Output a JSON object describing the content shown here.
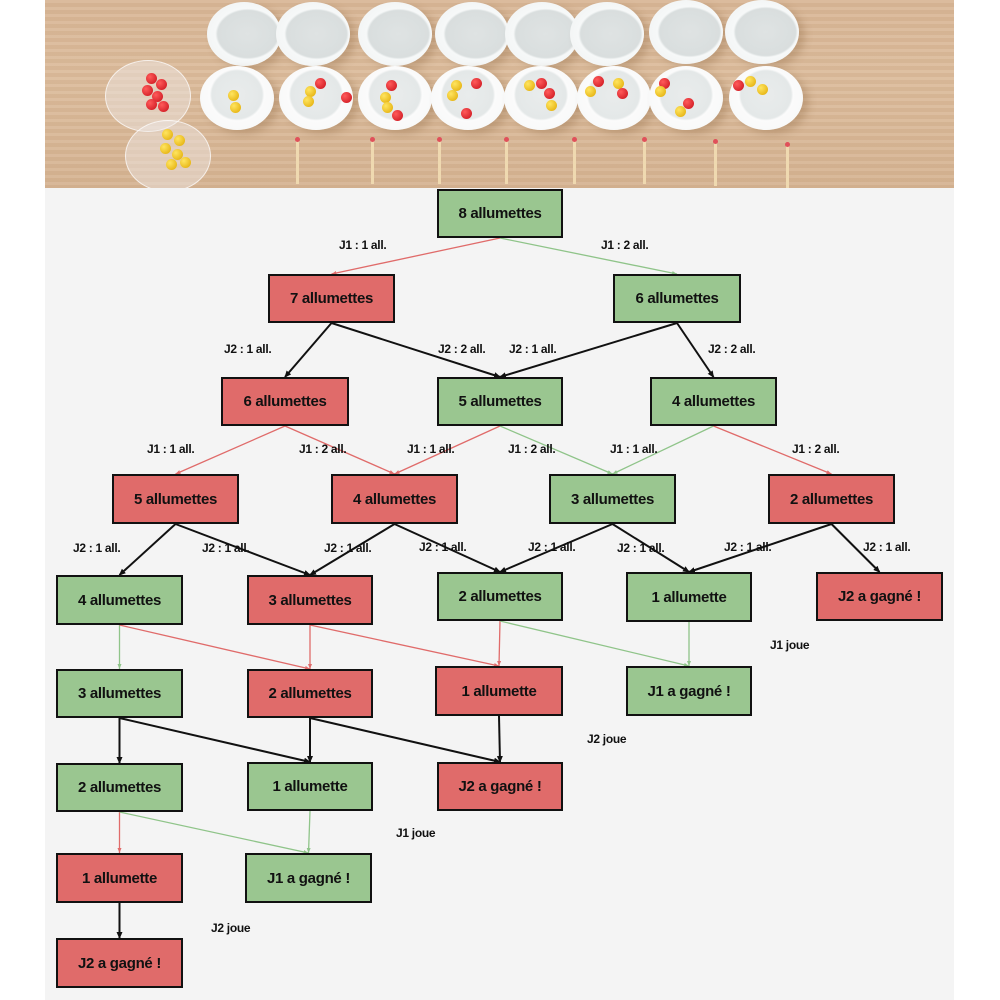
{
  "photo": {
    "description": "Photo of paper cups with red and yellow beads and matches on a table",
    "top_cups": 8,
    "bottom_cups": 8,
    "matches": 8
  },
  "colors": {
    "winning": "#9ac690",
    "losing": "#e06b6a",
    "edge_green": "#8fc489",
    "edge_red": "#e06b6a",
    "edge_black": "#111111"
  },
  "nodes": [
    {
      "id": "n8",
      "label": "8 allumettes",
      "state": "g"
    },
    {
      "id": "n7a",
      "label": "7 allumettes",
      "state": "r"
    },
    {
      "id": "n6a",
      "label": "6 allumettes",
      "state": "g"
    },
    {
      "id": "n6b",
      "label": "6 allumettes",
      "state": "r"
    },
    {
      "id": "n5a",
      "label": "5 allumettes",
      "state": "g"
    },
    {
      "id": "n4a",
      "label": "4 allumettes",
      "state": "g"
    },
    {
      "id": "n5b",
      "label": "5 allumettes",
      "state": "r"
    },
    {
      "id": "n4b",
      "label": "4 allumettes",
      "state": "r"
    },
    {
      "id": "n3a",
      "label": "3 allumettes",
      "state": "g"
    },
    {
      "id": "n2a",
      "label": "2 allumettes",
      "state": "r"
    },
    {
      "id": "n4c",
      "label": "4 allumettes",
      "state": "g"
    },
    {
      "id": "n3b",
      "label": "3 allumettes",
      "state": "r"
    },
    {
      "id": "n2b",
      "label": "2 allumettes",
      "state": "g"
    },
    {
      "id": "n1a",
      "label": "1 allumette",
      "state": "g"
    },
    {
      "id": "w2a",
      "label": "J2 a gagné !",
      "state": "r"
    },
    {
      "id": "n3c",
      "label": "3 allumettes",
      "state": "g"
    },
    {
      "id": "n2c",
      "label": "2 allumettes",
      "state": "r"
    },
    {
      "id": "n1b",
      "label": "1 allumette",
      "state": "r"
    },
    {
      "id": "w1a",
      "label": "J1 a gagné !",
      "state": "g"
    },
    {
      "id": "n2d",
      "label": "2 allumettes",
      "state": "g"
    },
    {
      "id": "n1c",
      "label": "1 allumette",
      "state": "g"
    },
    {
      "id": "w2b",
      "label": "J2 a gagné !",
      "state": "r"
    },
    {
      "id": "n1d",
      "label": "1 allumette",
      "state": "r"
    },
    {
      "id": "w1b",
      "label": "J1 a gagné !",
      "state": "g"
    },
    {
      "id": "w2c",
      "label": "J2 a gagné !",
      "state": "r"
    }
  ],
  "edges": [
    {
      "from": "n8",
      "to": "n7a",
      "color": "red",
      "label": "J1 : 1 all."
    },
    {
      "from": "n8",
      "to": "n6a",
      "color": "green",
      "label": "J1 : 2 all."
    },
    {
      "from": "n7a",
      "to": "n6b",
      "color": "black",
      "label": "J2 : 1 all."
    },
    {
      "from": "n7a",
      "to": "n5a",
      "color": "black",
      "label": "J2 : 2 all."
    },
    {
      "from": "n6a",
      "to": "n5a",
      "color": "black",
      "label": "J2 : 1 all."
    },
    {
      "from": "n6a",
      "to": "n4a",
      "color": "black",
      "label": "J2 : 2 all."
    },
    {
      "from": "n6b",
      "to": "n5b",
      "color": "red",
      "label": "J1 : 1 all."
    },
    {
      "from": "n6b",
      "to": "n4b",
      "color": "red",
      "label": "J1 : 2 all."
    },
    {
      "from": "n5a",
      "to": "n4b",
      "color": "red",
      "label": "J1 : 1 all."
    },
    {
      "from": "n5a",
      "to": "n3a",
      "color": "green",
      "label": "J1 : 2 all."
    },
    {
      "from": "n4a",
      "to": "n3a",
      "color": "green",
      "label": "J1 : 1 all."
    },
    {
      "from": "n4a",
      "to": "n2a",
      "color": "red",
      "label": "J1 : 2 all."
    },
    {
      "from": "n5b",
      "to": "n4c",
      "color": "black",
      "label": "J2 : 1 all."
    },
    {
      "from": "n5b",
      "to": "n3b",
      "color": "black",
      "label": "J2 : 1 all."
    },
    {
      "from": "n4b",
      "to": "n3b",
      "color": "black",
      "label": "J2 : 1 all."
    },
    {
      "from": "n4b",
      "to": "n2b",
      "color": "black",
      "label": "J2 : 1 all."
    },
    {
      "from": "n3a",
      "to": "n2b",
      "color": "black",
      "label": "J2 : 1 all."
    },
    {
      "from": "n3a",
      "to": "n1a",
      "color": "black",
      "label": "J2 : 1 all."
    },
    {
      "from": "n2a",
      "to": "n1a",
      "color": "black",
      "label": "J2 : 1 all."
    },
    {
      "from": "n2a",
      "to": "w2a",
      "color": "black",
      "label": "J2 : 1 all."
    },
    {
      "from": "n4c",
      "to": "n3c",
      "color": "green",
      "label": ""
    },
    {
      "from": "n4c",
      "to": "n2c",
      "color": "red",
      "label": ""
    },
    {
      "from": "n3b",
      "to": "n2c",
      "color": "red",
      "label": ""
    },
    {
      "from": "n3b",
      "to": "n1b",
      "color": "red",
      "label": ""
    },
    {
      "from": "n2b",
      "to": "n1b",
      "color": "red",
      "label": ""
    },
    {
      "from": "n2b",
      "to": "w1a",
      "color": "green",
      "label": ""
    },
    {
      "from": "n1a",
      "to": "w1a",
      "color": "green",
      "label": ""
    },
    {
      "from": "n3c",
      "to": "n2d",
      "color": "black",
      "label": ""
    },
    {
      "from": "n3c",
      "to": "n1c",
      "color": "black",
      "label": ""
    },
    {
      "from": "n2c",
      "to": "n1c",
      "color": "black",
      "label": ""
    },
    {
      "from": "n2c",
      "to": "w2b",
      "color": "black",
      "label": ""
    },
    {
      "from": "n1b",
      "to": "w2b",
      "color": "black",
      "label": ""
    },
    {
      "from": "n2d",
      "to": "n1d",
      "color": "red",
      "label": ""
    },
    {
      "from": "n2d",
      "to": "w1b",
      "color": "green",
      "label": ""
    },
    {
      "from": "n1c",
      "to": "w1b",
      "color": "green",
      "label": ""
    },
    {
      "from": "n1d",
      "to": "w2c",
      "color": "black",
      "label": ""
    }
  ],
  "turn_labels": [
    "J1 joue",
    "J2 joue",
    "J1 joue",
    "J2 joue"
  ]
}
